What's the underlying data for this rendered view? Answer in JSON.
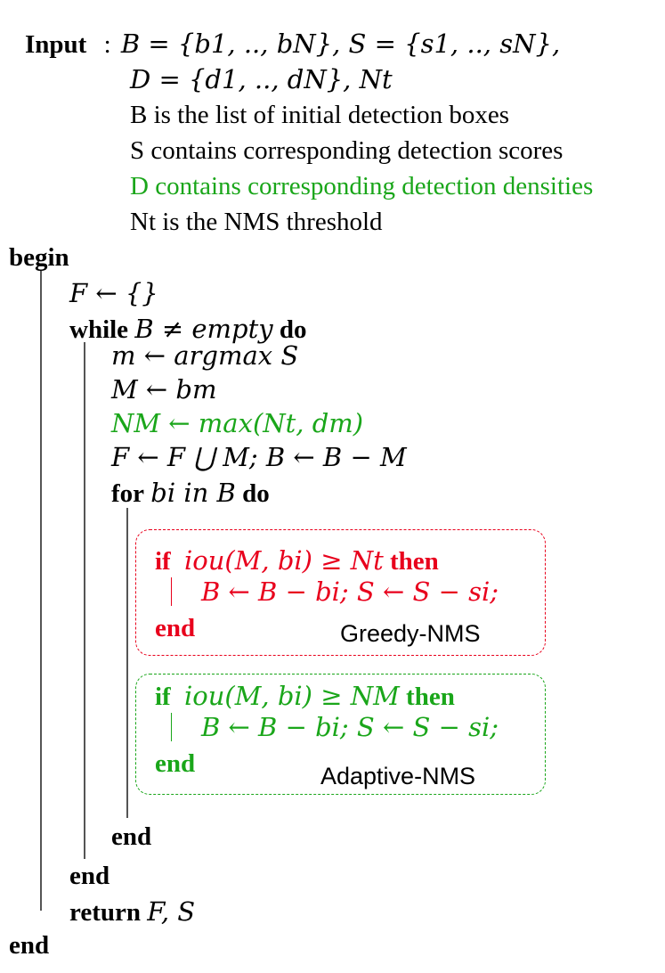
{
  "algorithm": {
    "input_keyword": "Input",
    "input_colon": ":",
    "input_line1": "B = {b1, .., bN}, S = {s1, .., sN},",
    "input_line2": "D = {d1, .., dN}, Nt",
    "desc_B": "B is the list of initial detection boxes",
    "desc_S": "S contains corresponding detection scores",
    "desc_D": "D contains corresponding detection densities",
    "desc_Nt": "Nt is the NMS threshold",
    "begin": "begin",
    "init_F": "F ← {}",
    "while_kw": "while",
    "while_cond": "B ≠ empty",
    "do_kw": "do",
    "line_m": "m ← argmax S",
    "line_M": "M ← bm",
    "line_NM": "NM ← max(Nt, dm)",
    "line_update": "F ← F ⋃ M; B ← B − M",
    "for_kw": "for",
    "for_cond": "bi in B",
    "if_kw": "if",
    "then_kw": "then",
    "greedy_cond": "iou(M, bi) ≥ Nt",
    "greedy_body": "B ← B − bi; S ← S − si;",
    "adaptive_cond": "iou(M, bi) ≥ NM",
    "adaptive_body": "B ← B − bi; S ← S − si;",
    "end_kw": "end",
    "return_kw": "return",
    "return_vals": "F, S"
  },
  "labels": {
    "greedy": "Greedy-NMS",
    "adaptive": "Adaptive-NMS"
  },
  "colors": {
    "greedy": "#e8001c",
    "adaptive": "#1aa61a"
  }
}
